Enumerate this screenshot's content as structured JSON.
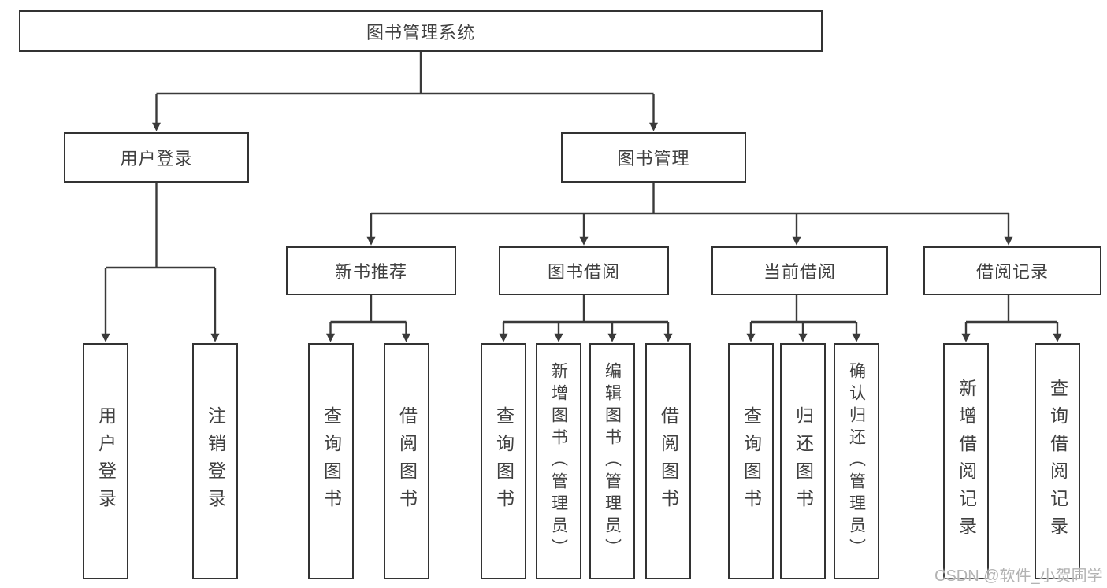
{
  "diagram": {
    "type": "tree",
    "title": "图书管理系统",
    "watermark": "CSDN @软件_小贺同学",
    "colors": {
      "box_border": "#333333",
      "connector_line": "#3a3a3a",
      "text": "#404040",
      "background": "#ffffff",
      "watermark_text": "#b3b3b3"
    },
    "tree": {
      "label": "图书管理系统",
      "children": [
        {
          "label": "用户登录",
          "children": [
            {
              "label": "用户登录"
            },
            {
              "label": "注销登录"
            }
          ]
        },
        {
          "label": "图书管理",
          "children": [
            {
              "label": "新书推荐",
              "children": [
                {
                  "label": "查询图书"
                },
                {
                  "label": "借阅图书"
                }
              ]
            },
            {
              "label": "图书借阅",
              "children": [
                {
                  "label": "查询图书"
                },
                {
                  "label": "新增图书（管理员）"
                },
                {
                  "label": "编辑图书（管理员）"
                },
                {
                  "label": "借阅图书"
                }
              ]
            },
            {
              "label": "当前借阅",
              "children": [
                {
                  "label": "查询图书"
                },
                {
                  "label": "归还图书"
                },
                {
                  "label": "确认归还（管理员）"
                }
              ]
            },
            {
              "label": "借阅记录",
              "children": [
                {
                  "label": "新增借阅记录"
                },
                {
                  "label": "查询借阅记录"
                }
              ]
            }
          ]
        }
      ]
    }
  }
}
